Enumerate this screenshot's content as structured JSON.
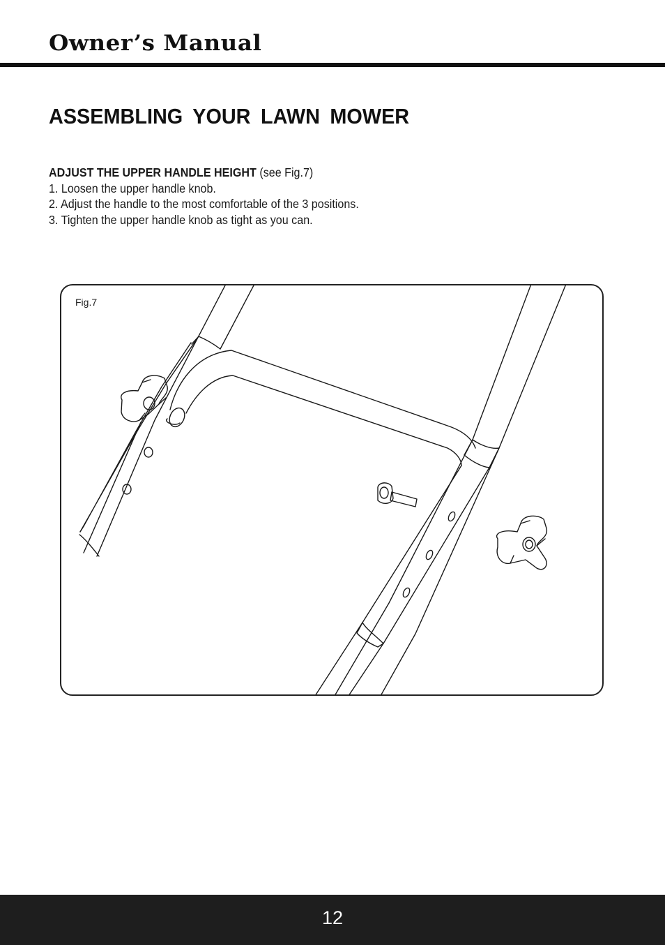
{
  "header": {
    "title": "Owner’s Manual"
  },
  "section": {
    "heading": "ASSEMBLING  YOUR  LAWN  MOWER"
  },
  "instructions": {
    "subheading": "ADJUST THE UPPER HANDLE HEIGHT",
    "reference": " (see Fig.7)",
    "steps": [
      "1. Loosen the upper handle knob.",
      "2. Adjust the handle to the most comfortable of the 3 positions.",
      "3. Tighten the upper handle knob as tight as you can."
    ]
  },
  "figure": {
    "label": "Fig.7",
    "illustration": "handle-assembly-drawing"
  },
  "footer": {
    "page_number": "12",
    "background_color": "#1e1e1e"
  }
}
